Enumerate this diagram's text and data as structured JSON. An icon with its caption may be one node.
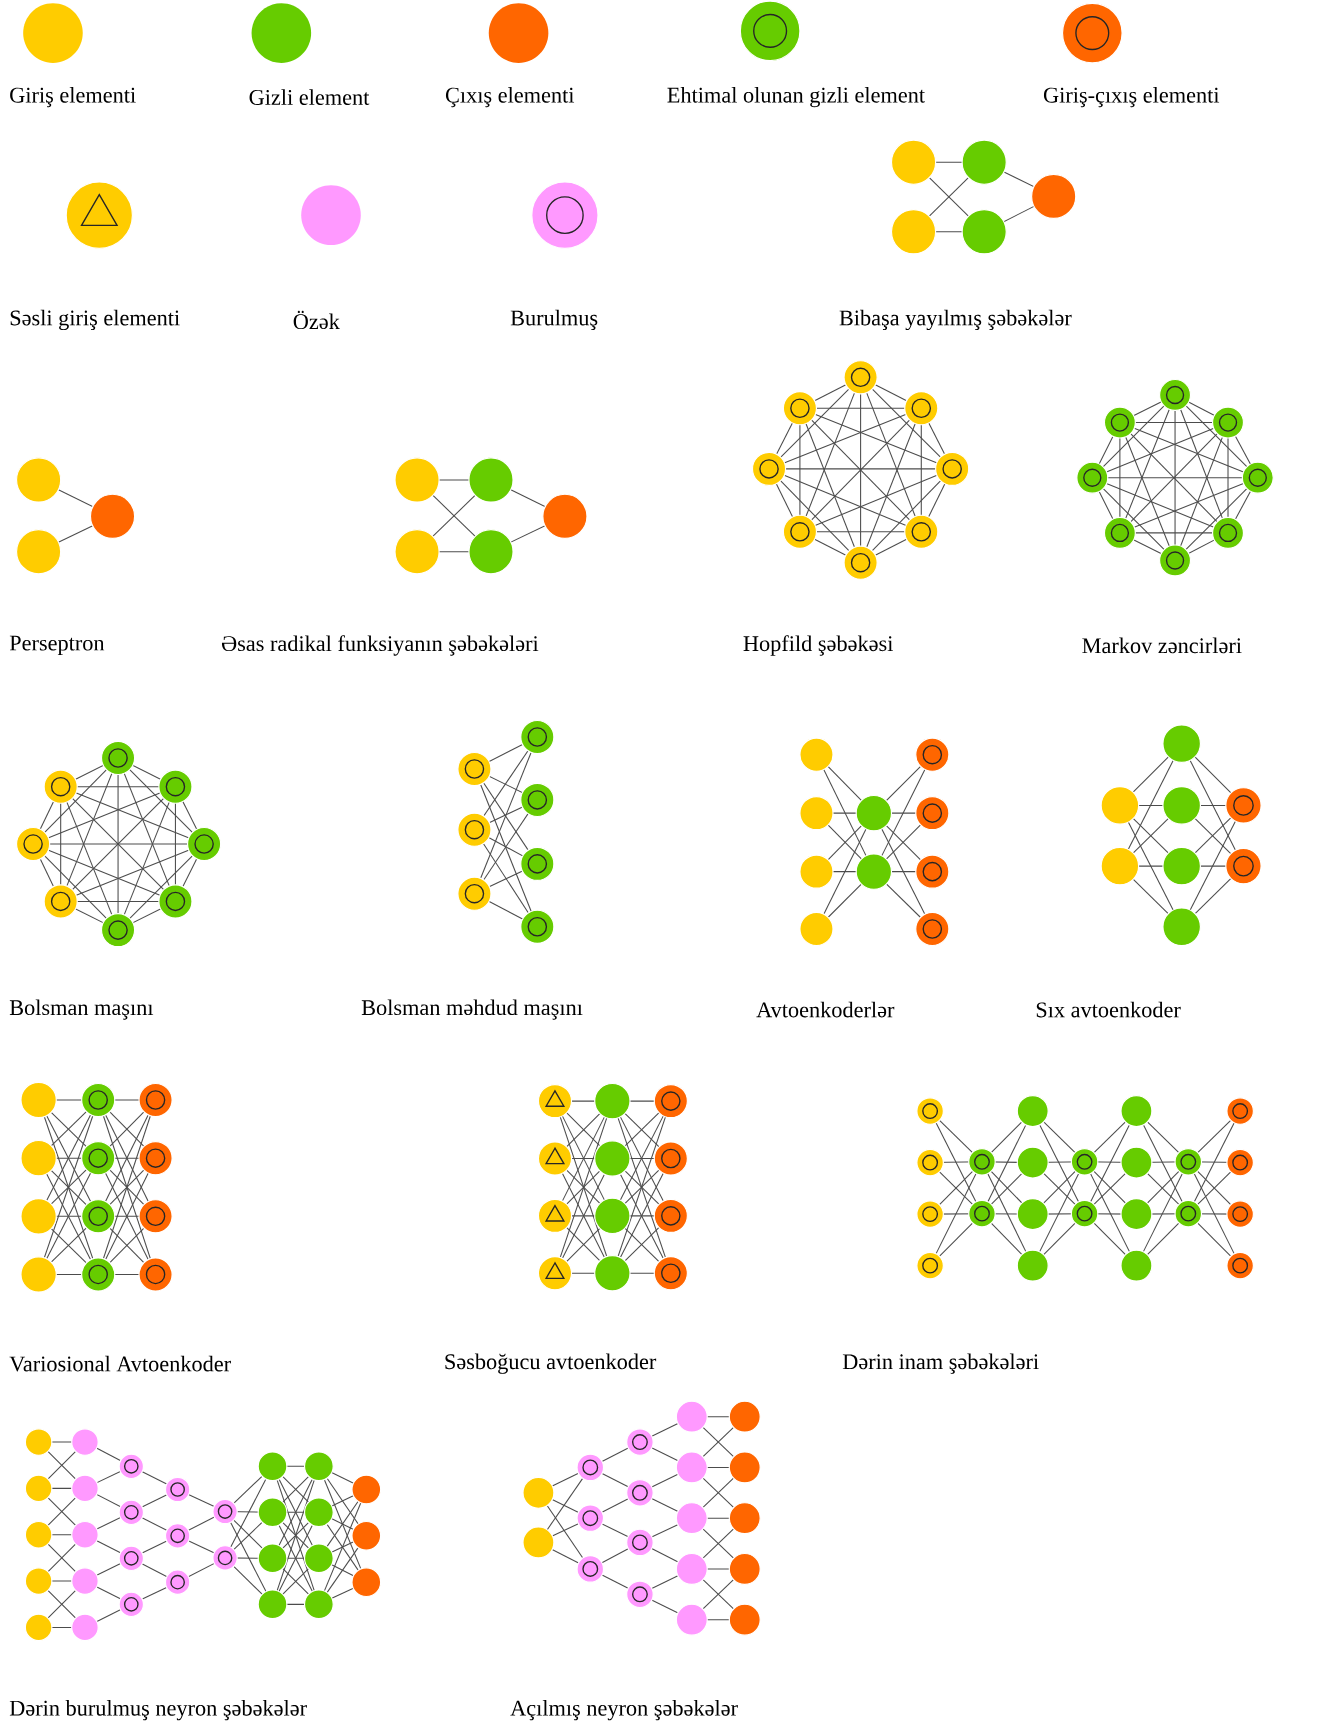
{
  "diagram": {
    "labels": [
      "Bibaşa yayılmış şəbəkələr",
      "Perseptron",
      "Əsas radikal funksiyanın şəbəkələri",
      "Hopfild şəbəkəsi",
      "Markov zəncirləri",
      "Bolsman maşını",
      "Bolsman məhdud maşını",
      "Avtoenkoderlər",
      "Sıx avtoenkoder",
      "Variosional Avtoenkoder",
      "Səsboğucu avtoenkoder",
      "Dərin inam şəbəkələri",
      "Dərin burulmuş neyron şəbəkələr",
      "Açılmış neyron şəbəkələr"
    ],
    "legend": [
      {
        "text": "Giriş elementi",
        "color": "#ffcc00"
      },
      {
        "text": "Gizli element",
        "color": "#66cc00"
      },
      {
        "text": "Çıxış elementi",
        "color": "#ff6600"
      },
      {
        "text": "Ehtimal olunan gizli element"
      },
      {
        "text": "Giriş-çıxış elementi"
      },
      {
        "text": "Səsli giriş elementi"
      },
      {
        "text": "Özək",
        "color": "#ff99ff"
      },
      {
        "text": "Burulmuş"
      }
    ]
  }
}
